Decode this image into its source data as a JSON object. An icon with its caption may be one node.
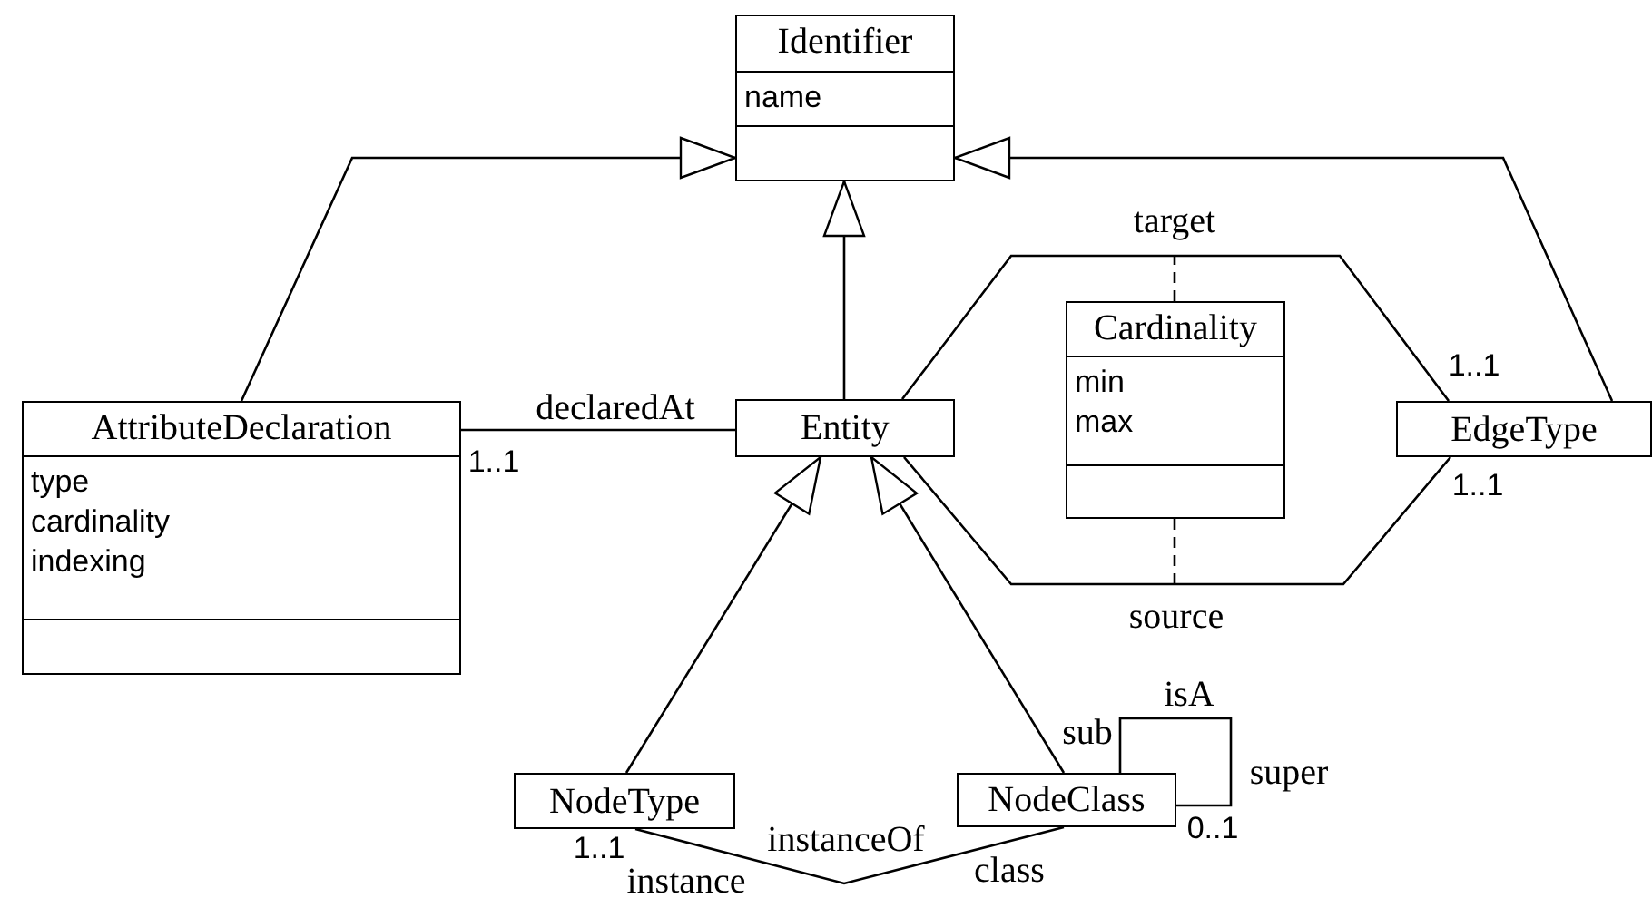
{
  "diagram": {
    "nodes": [
      {
        "text": [
          "Identifier",
          "name"
        ]
      },
      {
        "text": [
          "AttributeDeclaration",
          "type",
          "cardinality",
          "indexing"
        ]
      },
      {
        "text": [
          "Entity"
        ]
      },
      {
        "text": [
          "Cardinality",
          "min",
          "max"
        ]
      },
      {
        "text": [
          "EdgeType"
        ]
      },
      {
        "text": [
          "NodeType"
        ]
      },
      {
        "text": [
          "NodeClass"
        ]
      }
    ],
    "edges": [
      {
        "from": 1,
        "to": 0,
        "arrow": "to"
      },
      {
        "from": 2,
        "to": 0,
        "arrow": "to"
      },
      {
        "from": 4,
        "to": 0,
        "arrow": "to"
      },
      {
        "from": 2,
        "to": 4,
        "arrow": "none",
        "label": "target"
      },
      {
        "from": 2,
        "to": 4,
        "arrow": "none",
        "label": "source"
      },
      {
        "from": 3,
        "to": null,
        "arrow": "none",
        "style": "dashed"
      },
      {
        "from": 3,
        "to": null,
        "arrow": "none",
        "style": "dashed"
      },
      {
        "from": 1,
        "to": 2,
        "arrow": "none",
        "label": "declaredAt"
      },
      {
        "from": 5,
        "to": 2,
        "arrow": "to"
      },
      {
        "from": 6,
        "to": 2,
        "arrow": "to"
      },
      {
        "from": 6,
        "to": 6,
        "arrow": "none",
        "label": "isA"
      },
      {
        "from": 5,
        "to": 6,
        "arrow": "none",
        "label": "instanceOf"
      }
    ],
    "labels": [
      "1..1",
      "1..1",
      "1..1",
      "sub",
      "super",
      "0..1",
      "1..1",
      "class",
      "instance"
    ]
  }
}
